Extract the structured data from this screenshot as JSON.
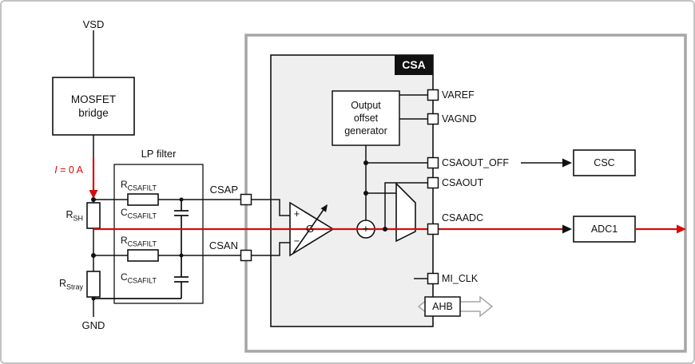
{
  "colors": {
    "accent_red": "#d60c0c",
    "chip_border": "#a6a6a6",
    "module_fill": "#efefef"
  },
  "left_circuit": {
    "vsd": "VSD",
    "gnd": "GND",
    "mosfet_bridge_line1": "MOSFET",
    "mosfet_bridge_line2": "bridge",
    "current_sym": "I",
    "current_rest": " = 0 A",
    "r_sh_sym": "R",
    "r_sh_sub": "SH",
    "r_stray_sym": "R",
    "r_stray_sub": "Stray"
  },
  "lp_filter": {
    "title": "LP filter",
    "r_top_sym": "R",
    "r_top_sub": "CSAFILT",
    "c_top_sym": "C",
    "c_top_sub": "CSAFILT",
    "r_bot_sym": "R",
    "r_bot_sub": "CSAFILT",
    "c_bot_sym": "C",
    "c_bot_sub": "CSAFILT"
  },
  "chip": {
    "csa_tag": "CSA",
    "offset_gen_line1": "Output",
    "offset_gen_line2": "offset",
    "offset_gen_line3": "generator",
    "amp_plus": "+",
    "amp_minus": "−",
    "amp_gain": "G",
    "sum": "+",
    "pin_csap": "CSAP",
    "pin_csan": "CSAN",
    "pins": [
      {
        "name": "VAREF"
      },
      {
        "name": "VAGND"
      },
      {
        "name": "CSAOUT_OFF"
      },
      {
        "name": "CSAOUT"
      },
      {
        "name": "CSAADC"
      },
      {
        "name": "MI_CLK"
      }
    ],
    "bus": "AHB"
  },
  "peripherals": {
    "csc": "CSC",
    "adc1": "ADC1"
  }
}
